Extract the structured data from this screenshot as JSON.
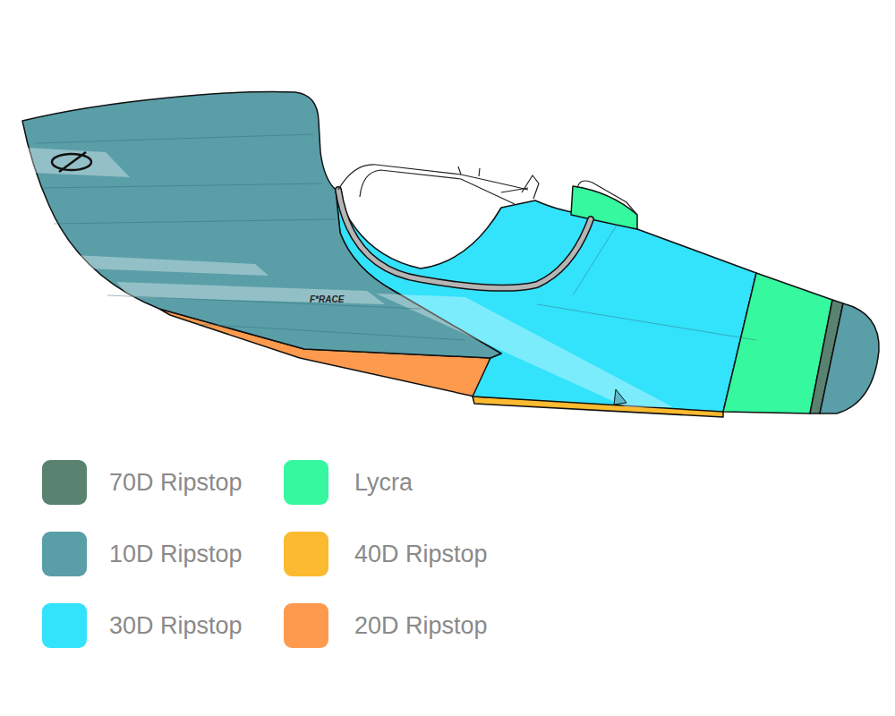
{
  "diagram": {
    "labels": [
      "F*RACE"
    ],
    "legend": [
      {
        "text": "70D Ripstop",
        "color": "#5a8270"
      },
      {
        "text": "10D Ripstop",
        "color": "#5a9ea8"
      },
      {
        "text": "30D Ripstop",
        "color": "#33e2fb"
      },
      {
        "text": "Lycra",
        "color": "#35f89f"
      },
      {
        "text": "40D Ripstop",
        "color": "#fbba2f"
      },
      {
        "text": "20D Ripstop",
        "color": "#fd9a4e"
      }
    ]
  }
}
